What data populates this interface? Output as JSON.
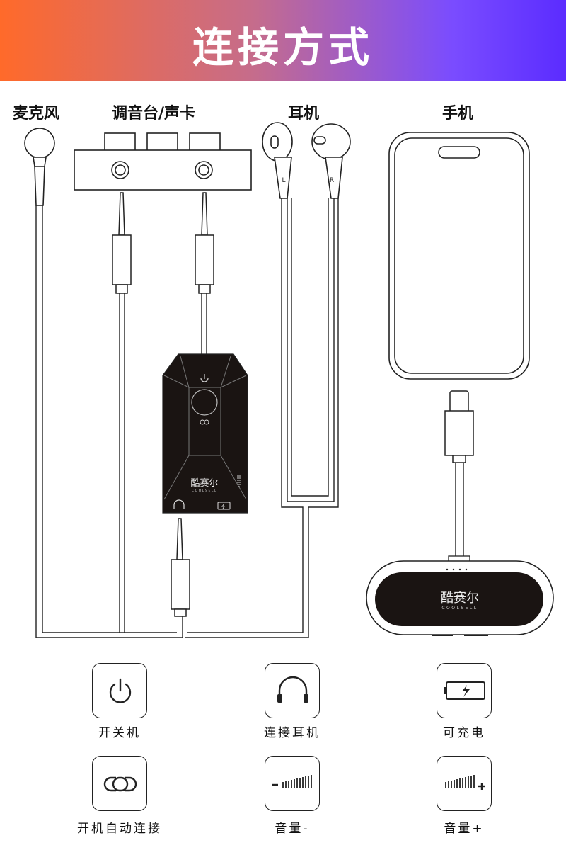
{
  "header": {
    "title": "连接方式"
  },
  "devices": {
    "microphone": "麦克风",
    "mixer": "调音台/声卡",
    "earphones": "耳机",
    "phone": "手机"
  },
  "earphone_marks": {
    "left": "L",
    "right": "R"
  },
  "brand": {
    "name": "酷赛尔",
    "sub": "COOLSELL"
  },
  "features": [
    {
      "icon": "power-icon",
      "label": "开关机"
    },
    {
      "icon": "headphone-icon",
      "label": "连接耳机"
    },
    {
      "icon": "battery-charge-icon",
      "label": "可充电"
    },
    {
      "icon": "auto-connect-icon",
      "label": "开机自动连接"
    },
    {
      "icon": "volume-down-icon",
      "label": "音量-"
    },
    {
      "icon": "volume-up-icon",
      "label": "音量+"
    }
  ],
  "colors": {
    "banner_start": "#ff6a2a",
    "banner_end": "#5b2cff",
    "device": "#1a1412"
  }
}
